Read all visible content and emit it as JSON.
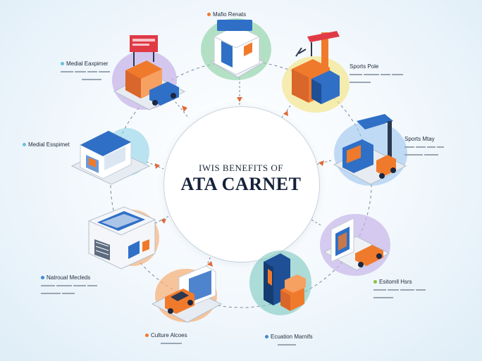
{
  "center": {
    "subtitle": "IWIS BENEFITS OF",
    "title": "ATA CARNET"
  },
  "labels": {
    "top": "Mafio Renats",
    "top_right": "Sports Pole",
    "right": "Sports Mtay",
    "bottom_right": "Esitomll Hsrs",
    "bottom": "Ecuation Marnifs",
    "bottom_left_center": "Culture Alcoes",
    "bottom_left": "Natroual Mecleds",
    "left": "Medial Esspimet",
    "top_left": "Medial Eaxpimer"
  },
  "colors": {
    "accent_blue": "#2f6fc6",
    "accent_orange": "#f07a2c",
    "accent_purple": "#8b5fd6",
    "ring_dash": "#7a8694",
    "arrow": "#e06a38"
  },
  "icons": {
    "top_left": "storefront-icon",
    "top": "museum-building-icon",
    "top_right": "crane-factory-icon",
    "right": "gas-station-icon",
    "bottom_right": "showroom-car-icon",
    "bottom": "stacked-crates-icon",
    "bottom_left_center": "car-garage-icon",
    "bottom_left": "warehouse-icon",
    "left": "kiosk-shop-icon"
  }
}
